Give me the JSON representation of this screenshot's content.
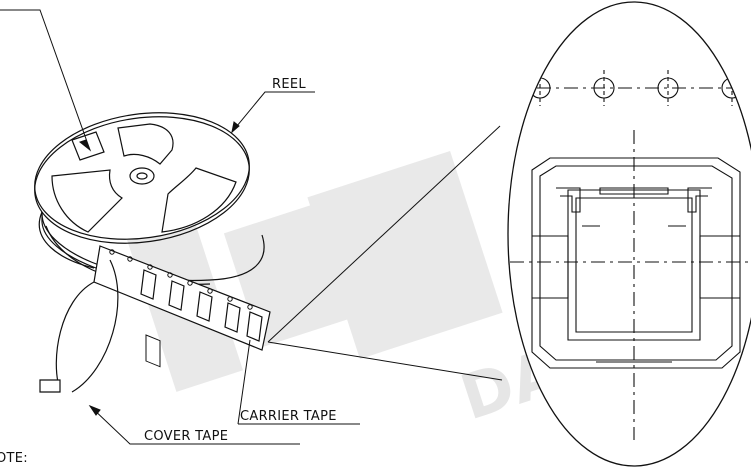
{
  "labels": {
    "reel": "REEL",
    "carrier_tape": "CARRIER TAPE",
    "cover_tape": "COVER TAPE",
    "note": "OTE:"
  },
  "watermark": {
    "text": "DAXIN",
    "color": "#e6e6e6"
  },
  "colors": {
    "line": "#111111",
    "dash": "#555555"
  }
}
